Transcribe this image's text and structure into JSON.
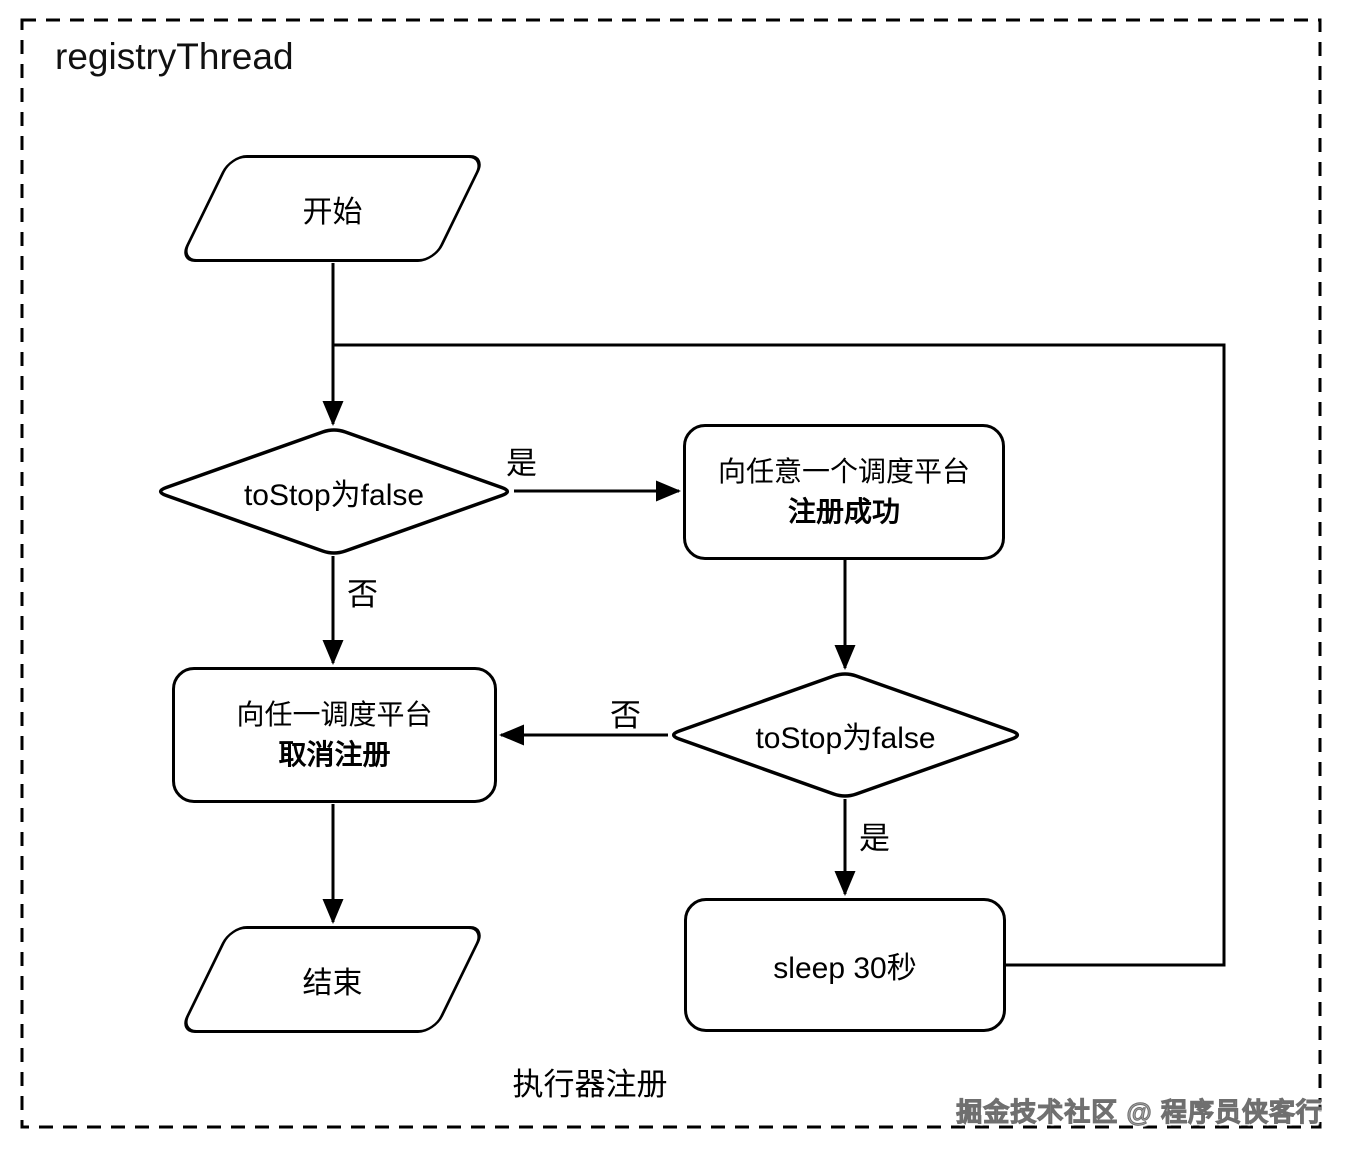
{
  "diagram": {
    "title": "registryThread",
    "caption": "执行器注册",
    "watermark": "掘金技术社区 @ 程序员侠客行",
    "colors": {
      "stroke": "#000000",
      "background": "#ffffff",
      "watermark_gray": "#a6a6a6"
    },
    "nodes": {
      "start": {
        "type": "terminator-parallelogram",
        "label": "开始"
      },
      "decision1": {
        "type": "decision-diamond",
        "label": "toStop为false"
      },
      "register": {
        "type": "process",
        "line1": "向任意一个调度平台",
        "line2": "注册成功"
      },
      "decision2": {
        "type": "decision-diamond",
        "label": "toStop为false"
      },
      "unregister": {
        "type": "process",
        "line1": "向任一调度平台",
        "line2": "取消注册"
      },
      "sleep": {
        "type": "process",
        "label": "sleep 30秒"
      },
      "end": {
        "type": "terminator-parallelogram",
        "label": "结束"
      }
    },
    "edges": {
      "d1_yes_label": "是",
      "d1_no_label": "否",
      "d2_yes_label": "是",
      "d2_no_label": "否"
    }
  }
}
